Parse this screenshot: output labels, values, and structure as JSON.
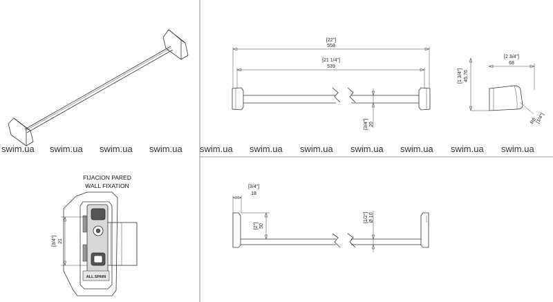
{
  "watermark": "swim.ua",
  "watermark_count": 11,
  "dimensions": {
    "overall_length": {
      "inch": "[22\"]",
      "mm": "558"
    },
    "rod_length": {
      "inch": "[21 1/4\"]",
      "mm": "539"
    },
    "projection": {
      "inch": "[2 3/4\"]",
      "mm": "68"
    },
    "bracket_height": {
      "inch": "[1 3/4\"]",
      "mm": "45,76"
    },
    "bracket_tip": {
      "inch": "[1/4\"]",
      "mm": "R8"
    },
    "rod_offset": {
      "inch": "[3/4\"]",
      "mm": "20"
    },
    "plate_depth": {
      "inch": "[3/4\"]",
      "mm": "18"
    },
    "rod_height": {
      "inch": "[2\"]",
      "mm": "50"
    },
    "rod_diameter": {
      "inch": "[1/2\"]",
      "mm": "Ø 10"
    },
    "fixation_height": {
      "inch": "[3/4\"]",
      "mm": "21"
    }
  },
  "fixation": {
    "title_es": "FIJACION PARED",
    "title_en": "WALL FIXATION",
    "stamp": "ALL SPAIN"
  },
  "colors": {
    "line": "#333333",
    "background": "#ffffff",
    "shade": "#d8d8d8"
  }
}
